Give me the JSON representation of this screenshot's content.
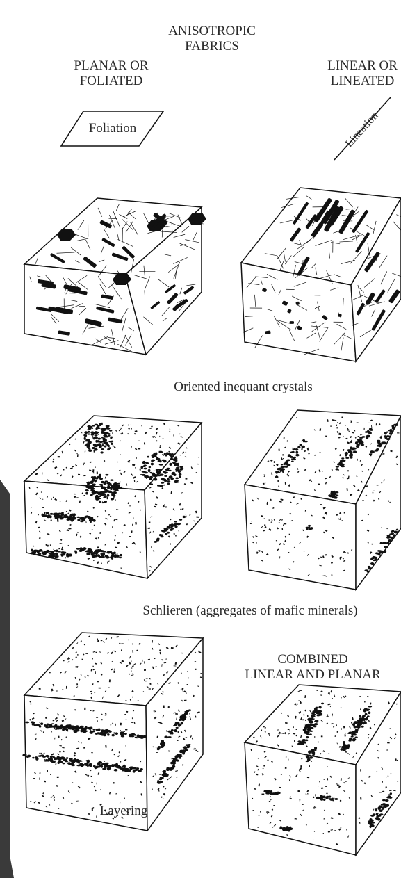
{
  "header": {
    "title_line1": "ANISOTROPIC",
    "title_line2": "FABRICS"
  },
  "columns": {
    "left_line1": "PLANAR OR",
    "left_line2": "FOLIATED",
    "right_line1": "LINEAR OR",
    "right_line2": "LINEATED"
  },
  "symbols": {
    "foliation": "Foliation",
    "lineation": "Lineation"
  },
  "rows": {
    "crystals": "Oriented inequant crystals",
    "schlieren": "Schlieren (aggregates of mafic minerals)",
    "layering": "Layering"
  },
  "combined": {
    "line1": "COMBINED",
    "line2": "LINEAR AND PLANAR"
  },
  "colors": {
    "ink": "#111111",
    "paper": "#ffffff",
    "binding": "#3a3a3a"
  }
}
